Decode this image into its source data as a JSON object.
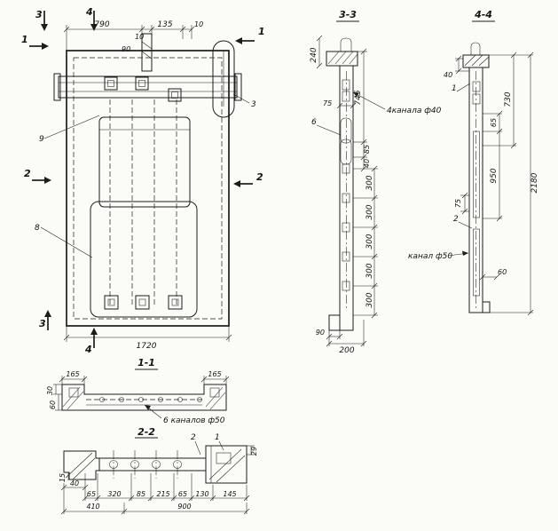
{
  "colors": {
    "ink": "#1c1c1c",
    "paper": "#fbfbf8"
  },
  "drawing": {
    "plan": {
      "dims": {
        "w790": "790",
        "w10a": "10",
        "w135": "135",
        "w10b": "10",
        "w90": "90",
        "w1720": "1720"
      },
      "markers": {
        "m1": "1",
        "m2": "2",
        "m3": "3",
        "m4": "4"
      },
      "labels": {
        "l3": "3",
        "l8": "8",
        "l9": "9"
      }
    },
    "s33": {
      "title": "3-3",
      "dims": {
        "d240": "240",
        "d75": "75",
        "d745": "745",
        "d85": "85",
        "d40": "40",
        "d300": "300",
        "d90": "90",
        "d200": "200"
      },
      "labels": {
        "l6": "6",
        "channels": "4канала ф40"
      }
    },
    "s44": {
      "title": "4-4",
      "dims": {
        "d40": "40",
        "d730": "730",
        "d65": "65",
        "d950": "950",
        "d2180": "2180",
        "d75": "75",
        "d60": "60"
      },
      "labels": {
        "l1": "1",
        "l2": "2",
        "channel": "канал ф50"
      }
    },
    "s11": {
      "title": "1-1",
      "dims": {
        "d165l": "165",
        "d165r": "165",
        "d30": "30",
        "d60": "60"
      },
      "labels": {
        "channels": "6 каналов ф50"
      }
    },
    "s22": {
      "title": "2-2",
      "dims": {
        "d29": "29",
        "d15": "15",
        "d40": "40",
        "d65a": "65",
        "d320": "320",
        "d85": "85",
        "d215": "215",
        "d65b": "65",
        "d130": "130",
        "d145": "145",
        "d410": "410",
        "d900": "900"
      },
      "labels": {
        "l1": "1",
        "l2": "2"
      }
    }
  }
}
